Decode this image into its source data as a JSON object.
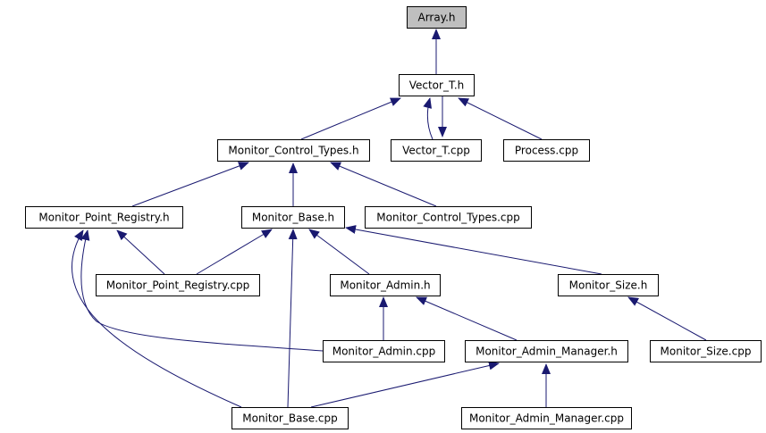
{
  "colors": {
    "background": "#ffffff",
    "node_fill": "#ffffff",
    "node_fill_highlight": "#bfbfbf",
    "node_border": "#000000",
    "edge": "#191970",
    "text": "#000000"
  },
  "nodes": [
    {
      "id": "array_h",
      "label": "Array.h",
      "highlight": true
    },
    {
      "id": "vector_t_h",
      "label": "Vector_T.h"
    },
    {
      "id": "monitor_control_types_h",
      "label": "Monitor_Control_Types.h"
    },
    {
      "id": "vector_t_cpp",
      "label": "Vector_T.cpp"
    },
    {
      "id": "process_cpp",
      "label": "Process.cpp"
    },
    {
      "id": "monitor_point_registry_h",
      "label": "Monitor_Point_Registry.h"
    },
    {
      "id": "monitor_base_h",
      "label": "Monitor_Base.h"
    },
    {
      "id": "monitor_control_types_cpp",
      "label": "Monitor_Control_Types.cpp"
    },
    {
      "id": "monitor_point_registry_cpp",
      "label": "Monitor_Point_Registry.cpp"
    },
    {
      "id": "monitor_admin_h",
      "label": "Monitor_Admin.h"
    },
    {
      "id": "monitor_size_h",
      "label": "Monitor_Size.h"
    },
    {
      "id": "monitor_admin_cpp",
      "label": "Monitor_Admin.cpp"
    },
    {
      "id": "monitor_admin_manager_h",
      "label": "Monitor_Admin_Manager.h"
    },
    {
      "id": "monitor_size_cpp",
      "label": "Monitor_Size.cpp"
    },
    {
      "id": "monitor_base_cpp",
      "label": "Monitor_Base.cpp"
    },
    {
      "id": "monitor_admin_manager_cpp",
      "label": "Monitor_Admin_Manager.cpp"
    }
  ],
  "edges": [
    {
      "from": "vector_t_h",
      "to": "array_h"
    },
    {
      "from": "monitor_control_types_h",
      "to": "vector_t_h"
    },
    {
      "from": "vector_t_cpp",
      "to": "vector_t_h"
    },
    {
      "from": "vector_t_h",
      "to": "vector_t_cpp"
    },
    {
      "from": "process_cpp",
      "to": "vector_t_h"
    },
    {
      "from": "monitor_point_registry_h",
      "to": "monitor_control_types_h"
    },
    {
      "from": "monitor_base_h",
      "to": "monitor_control_types_h"
    },
    {
      "from": "monitor_control_types_cpp",
      "to": "monitor_control_types_h"
    },
    {
      "from": "monitor_point_registry_cpp",
      "to": "monitor_point_registry_h"
    },
    {
      "from": "monitor_admin_cpp",
      "to": "monitor_point_registry_h"
    },
    {
      "from": "monitor_base_cpp",
      "to": "monitor_point_registry_h"
    },
    {
      "from": "monitor_point_registry_cpp",
      "to": "monitor_base_h"
    },
    {
      "from": "monitor_admin_h",
      "to": "monitor_base_h"
    },
    {
      "from": "monitor_size_h",
      "to": "monitor_base_h"
    },
    {
      "from": "monitor_base_cpp",
      "to": "monitor_base_h"
    },
    {
      "from": "monitor_admin_cpp",
      "to": "monitor_admin_h"
    },
    {
      "from": "monitor_admin_manager_h",
      "to": "monitor_admin_h"
    },
    {
      "from": "monitor_size_cpp",
      "to": "monitor_size_h"
    },
    {
      "from": "monitor_base_cpp",
      "to": "monitor_admin_manager_h"
    },
    {
      "from": "monitor_admin_manager_cpp",
      "to": "monitor_admin_manager_h"
    }
  ]
}
